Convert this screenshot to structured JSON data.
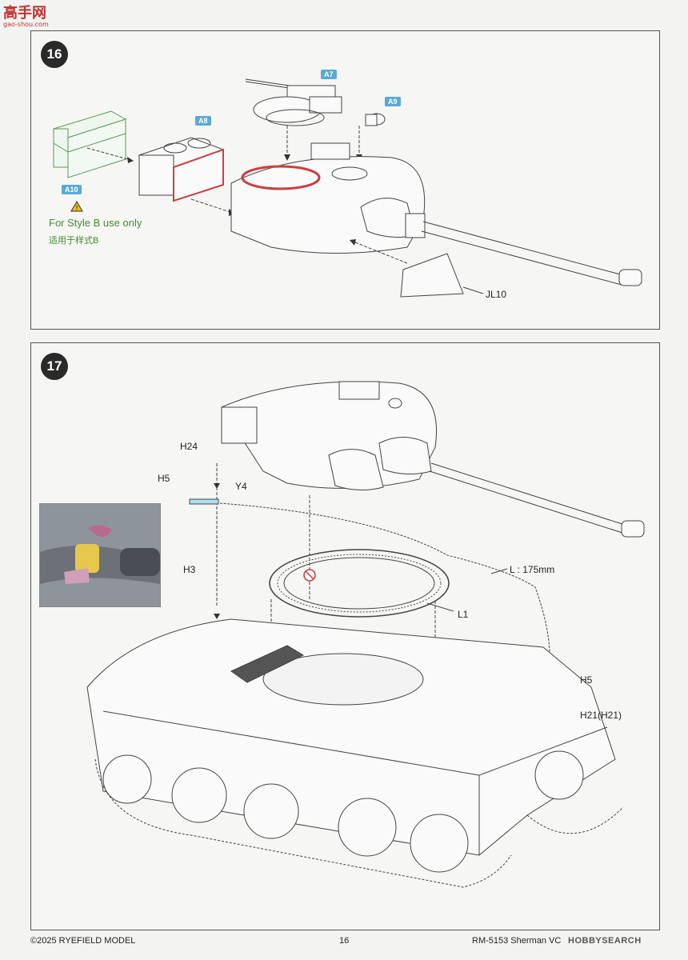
{
  "watermark": {
    "logo_text": "高手网",
    "site": "gao-shou.com"
  },
  "step16": {
    "number": "16",
    "badges": {
      "a7": "A7",
      "a8": "A8",
      "a9": "A9",
      "a10": "A10"
    },
    "note_en": "For Style B use only",
    "note_cn": "适用于样式B",
    "label_jl10": "JL10"
  },
  "step17": {
    "number": "17",
    "labels": {
      "h24": "H24",
      "h5_top": "H5",
      "y4": "Y4",
      "h3": "H3",
      "length": "L : 175mm",
      "l1": "L1",
      "h5_bottom": "H5",
      "h21": "H21(H21)"
    }
  },
  "footer": {
    "copyright": "©2025 RYEFIELD MODEL",
    "page": "16",
    "kit": "RM-5153 Sherman VC",
    "brand_watermark": "HOBBYSEARCH"
  },
  "colors": {
    "badge": "#5aa9d8",
    "highlight": "#d04040",
    "note": "#3f8f2e"
  }
}
